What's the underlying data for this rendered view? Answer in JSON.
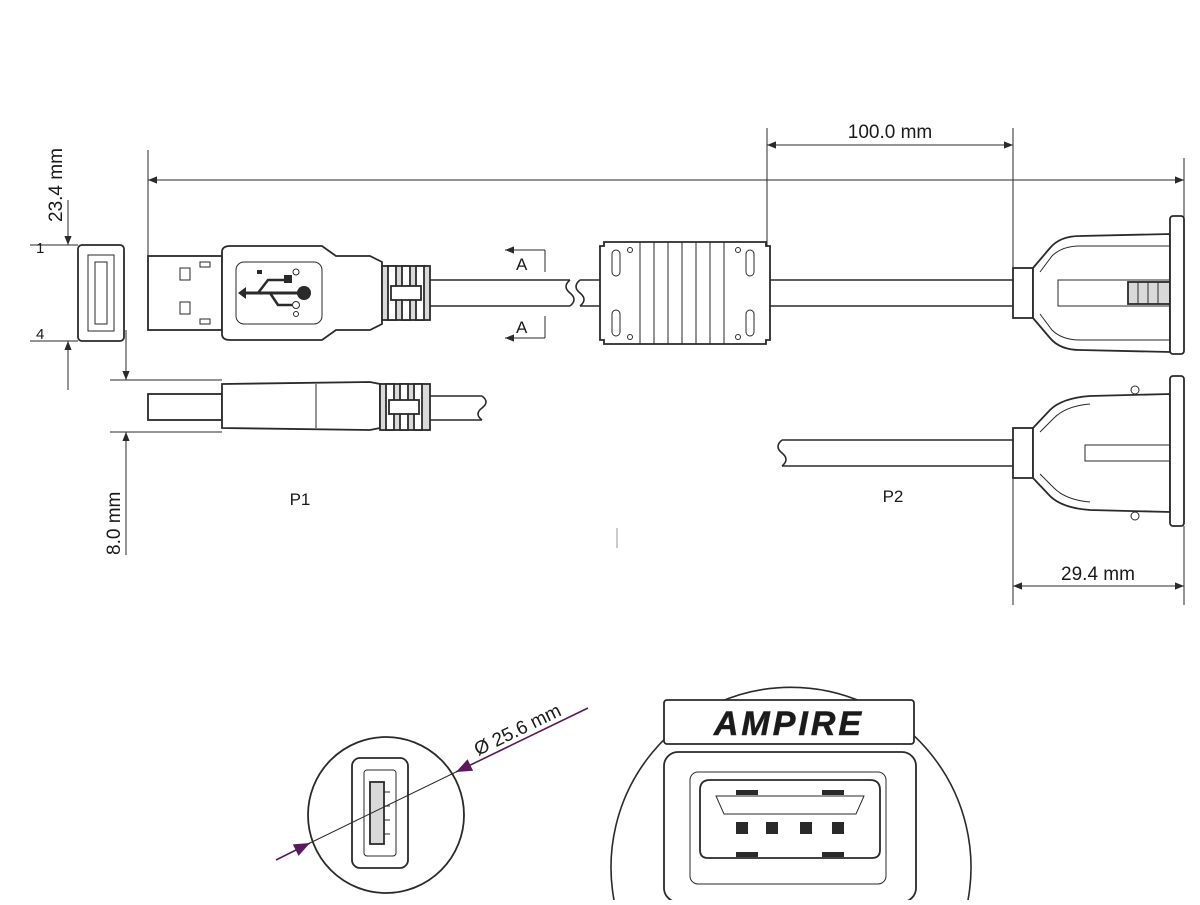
{
  "dimensions": {
    "cable_length_segment": "100.0 mm",
    "plug_height": "23.4 mm",
    "plug_thickness": "8.0 mm",
    "socket_depth": "29.4 mm",
    "panel_diameter": "Ø 25.6 mm"
  },
  "labels": {
    "p1": "P1",
    "p2": "P2",
    "section_a_top": "A",
    "section_a_bottom": "A",
    "pin_1": "1",
    "pin_4": "4"
  },
  "logo": {
    "text": "AMPIRE"
  },
  "colors": {
    "line": "#2a2a2a",
    "dimension_accent": "#5a1a5a",
    "fill_grey": "#d9d9d9"
  }
}
